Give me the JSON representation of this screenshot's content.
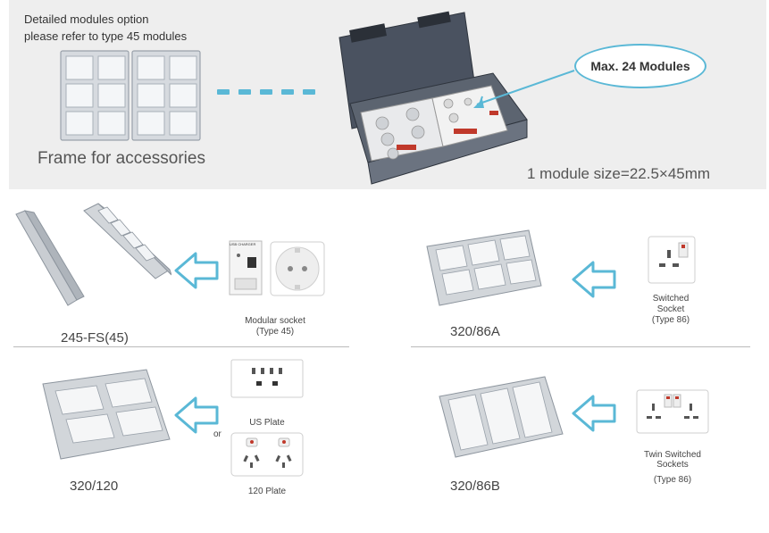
{
  "top": {
    "note_line1": "Detailed modules option",
    "note_line2": "please refer to type 45 modules",
    "frame_label": "Frame for accessories",
    "bubble_text": "Max. 24 Modules",
    "module_size": "1 module size=22.5×45mm"
  },
  "sections": {
    "fs45": {
      "label": "245-FS(45)",
      "socket_line1": "Modular socket",
      "socket_line2": "(Type 45)",
      "usb_text": "USB CHARGER"
    },
    "a86": {
      "label": "320/86A",
      "socket_line1": "Switched",
      "socket_line2": "Socket",
      "socket_line3": "(Type 86)"
    },
    "p120": {
      "label": "320/120",
      "us_plate": "US Plate",
      "or_text": "or",
      "plate_120": "120 Plate"
    },
    "b86": {
      "label": "320/86B",
      "socket_line1": "Twin Switched",
      "socket_line2": "Sockets",
      "socket_line3": "(Type 86)"
    }
  },
  "colors": {
    "arrow": "#5ab8d6",
    "bubble": "#5ab8d6",
    "frame_metal": "#c9cdd2",
    "box_dark": "#3d4450",
    "divider": "#bbbbbb"
  }
}
